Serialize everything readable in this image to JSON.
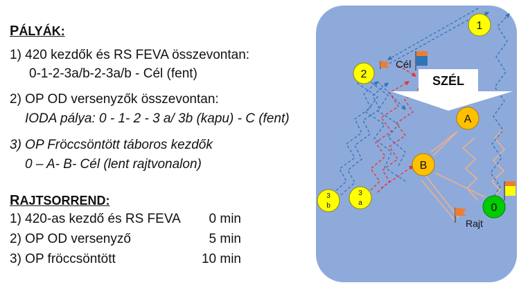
{
  "courses_heading": {
    "first": "P",
    "rest": "ÁLYÁK:"
  },
  "courses": [
    {
      "title": "1) 420 kezdők és RS FEVA összevontan:",
      "detail": "0-1-2-3a/b-2-3a/b  - Cél (fent)"
    },
    {
      "title": "2) OP OD versenyzők összevontan:",
      "detail": "IODA pálya: 0 - 1- 2 - 3 a/ 3b (kapu) - C (fent)"
    },
    {
      "title": "3) OP Fröccsöntött táboros kezdők",
      "detail": "0 – A- B- Cél (lent rajtvonalon)"
    }
  ],
  "schedule_heading": {
    "first": "R",
    "rest": "AJTSORREND:"
  },
  "schedule": [
    {
      "label": "1) 420-as kezdő és RS FEVA",
      "value": "0 min"
    },
    {
      "label": "2) OP OD versenyző",
      "value": "5 min"
    },
    {
      "label": "3) OP fröccsöntött",
      "value": "10 min"
    }
  ],
  "map": {
    "wind_label": "SZÉL",
    "finish_label": "Cél",
    "start_label": "Rajt",
    "marks": {
      "m1": "1",
      "m2": "2",
      "A": "A",
      "B": "B",
      "start0": "0",
      "m3b_top": "3",
      "m3b_bottom": "b",
      "m3a_top": "3",
      "m3a_bottom": "a"
    },
    "colors": {
      "water": "#8eaadb",
      "yellow_mark": "#ffff00",
      "orange_mark": "#ffc000",
      "green_mark": "#00cc00",
      "route_orange": "#f4b183",
      "route_blue": "#2e75b6",
      "route_red": "#e8312f"
    }
  }
}
